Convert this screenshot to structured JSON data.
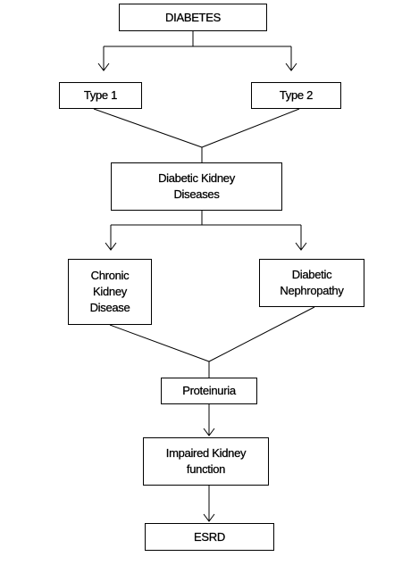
{
  "diagram": {
    "nodes": {
      "diabetes": "DIABETES",
      "type1": "Type 1",
      "type2": "Type 2",
      "diabetic_kidney_diseases": "Diabetic Kidney\nDiseases",
      "chronic_kidney_disease": "Chronic\nKidney\nDisease",
      "diabetic_nephropathy": "Diabetic\nNephropathy",
      "proteinuria": "Proteinuria",
      "impaired_kidney_function": "Impaired Kidney\nfunction",
      "esrd": "ESRD"
    },
    "edges": [
      {
        "from": "diabetes",
        "to": "type1"
      },
      {
        "from": "diabetes",
        "to": "type2"
      },
      {
        "from": "type1",
        "to": "diabetic_kidney_diseases"
      },
      {
        "from": "type2",
        "to": "diabetic_kidney_diseases"
      },
      {
        "from": "diabetic_kidney_diseases",
        "to": "chronic_kidney_disease"
      },
      {
        "from": "diabetic_kidney_diseases",
        "to": "diabetic_nephropathy"
      },
      {
        "from": "chronic_kidney_disease",
        "to": "proteinuria"
      },
      {
        "from": "diabetic_nephropathy",
        "to": "proteinuria"
      },
      {
        "from": "proteinuria",
        "to": "impaired_kidney_function"
      },
      {
        "from": "impaired_kidney_function",
        "to": "esrd"
      }
    ],
    "colors": {
      "stroke": "#000000",
      "background": "#ffffff"
    }
  }
}
